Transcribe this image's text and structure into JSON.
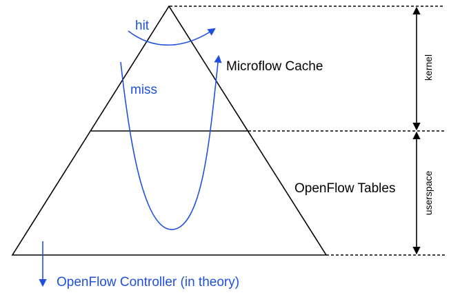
{
  "labels": {
    "hit": "hit",
    "miss": "miss",
    "microflow_cache": "Microflow Cache",
    "openflow_tables": "OpenFlow Tables",
    "kernel": "kernel",
    "userspace": "userspace",
    "controller": "OpenFlow Controller (in theory)"
  },
  "colors": {
    "blue": "#1f4fe0",
    "black": "#000000"
  }
}
